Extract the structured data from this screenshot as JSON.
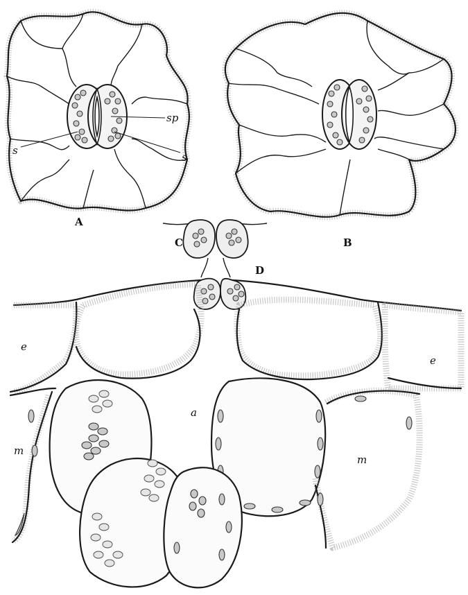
{
  "figure": {
    "labels": {
      "A": "A",
      "B": "B",
      "C": "C",
      "D": "D",
      "sp": "sp",
      "s_left": "s",
      "s_right": "s",
      "e_left": "e",
      "e_right": "e",
      "a": "a",
      "m_left": "m",
      "m_right": "m"
    }
  }
}
